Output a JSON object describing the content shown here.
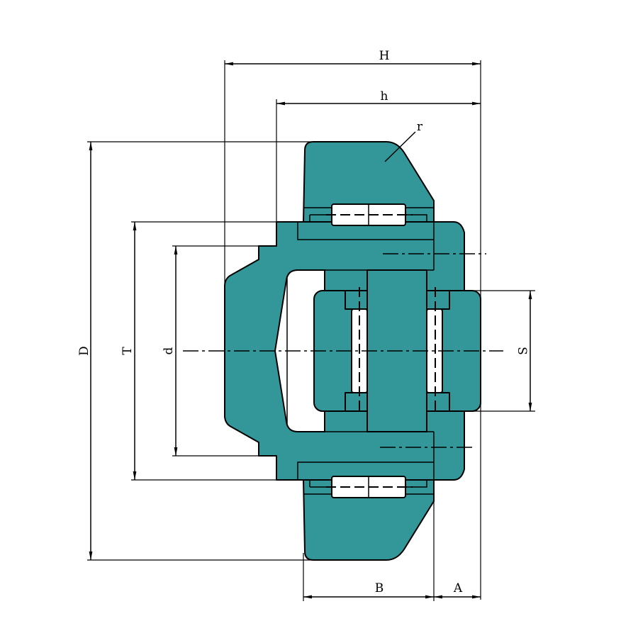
{
  "drawing": {
    "fill_color": "#339699",
    "labels": {
      "H": "H",
      "h": "h",
      "r": "r",
      "D": "D",
      "T": "T",
      "d": "d",
      "S": "S",
      "B": "B",
      "A": "A"
    }
  }
}
